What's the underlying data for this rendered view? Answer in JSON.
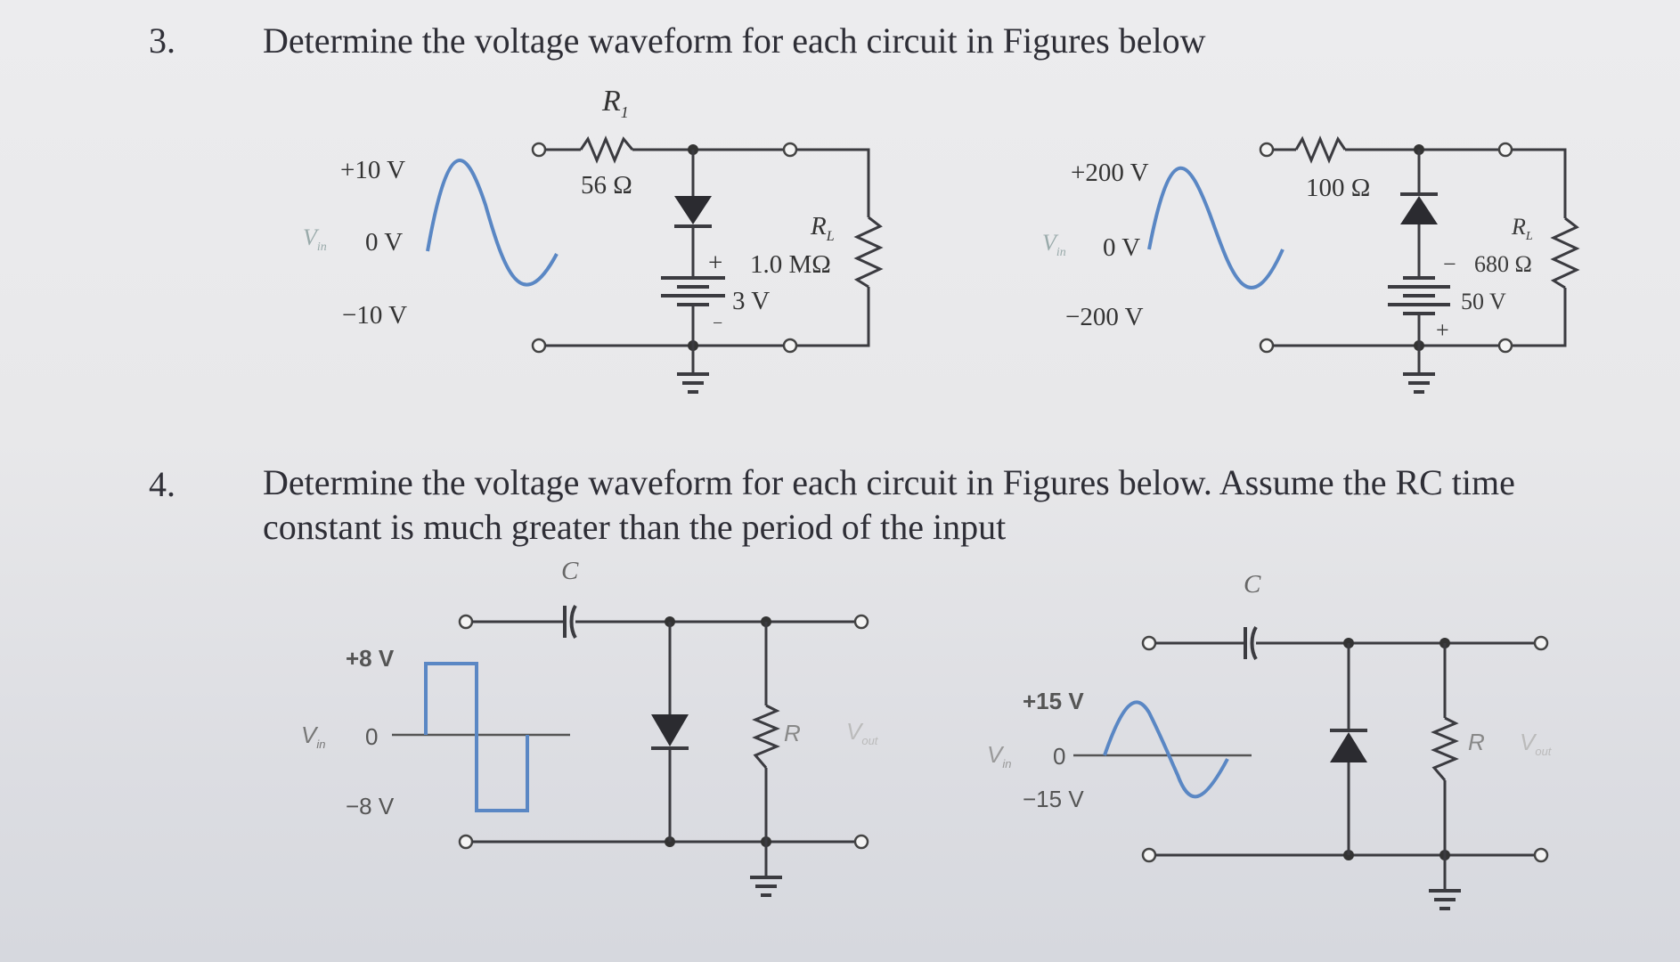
{
  "q3": {
    "number": "3.",
    "text": "Determine the voltage waveform for each circuit in Figures below",
    "circuit_a": {
      "vin_label": "V",
      "vin_sub": "in",
      "v_pos": "+10 V",
      "v_zero": "0 V",
      "v_neg": "−10 V",
      "r1_label": "R",
      "r1_sub": "1",
      "r1_value": "56 Ω",
      "rl_label": "R",
      "rl_sub": "L",
      "rl_value": "1.0 MΩ",
      "battery_value": "3 V",
      "plus": "+",
      "minus": "−"
    },
    "circuit_b": {
      "vin_label": "V",
      "vin_sub": "in",
      "v_pos": "+200 V",
      "v_zero": "0 V",
      "v_neg": "−200 V",
      "r_value": "100 Ω",
      "rl_label": "R",
      "rl_sub": "L",
      "rl_value": "680 Ω",
      "battery_value": "50 V",
      "plus": "+",
      "minus": "−"
    }
  },
  "q4": {
    "number": "4.",
    "text_line1": "Determine the voltage waveform for each circuit in Figures below. Assume the RC time",
    "text_line2": "constant is much greater than the period of the input",
    "circuit_c": {
      "vin_label": "V",
      "vin_sub": "in",
      "v_pos": "+8 V",
      "v_zero": "0",
      "v_neg": "−8 V",
      "c_label": "C",
      "r_label": "R",
      "vout_label": "V",
      "vout_sub": "out"
    },
    "circuit_d": {
      "vin_label": "V",
      "vin_sub": "in",
      "v_pos": "+15 V",
      "v_zero": "0",
      "v_neg": "−15 V",
      "c_label": "C",
      "r_label": "R",
      "vout_label": "V",
      "vout_sub": "out"
    }
  },
  "colors": {
    "waveform": "#5a87c4",
    "wire": "#3b3b40"
  }
}
